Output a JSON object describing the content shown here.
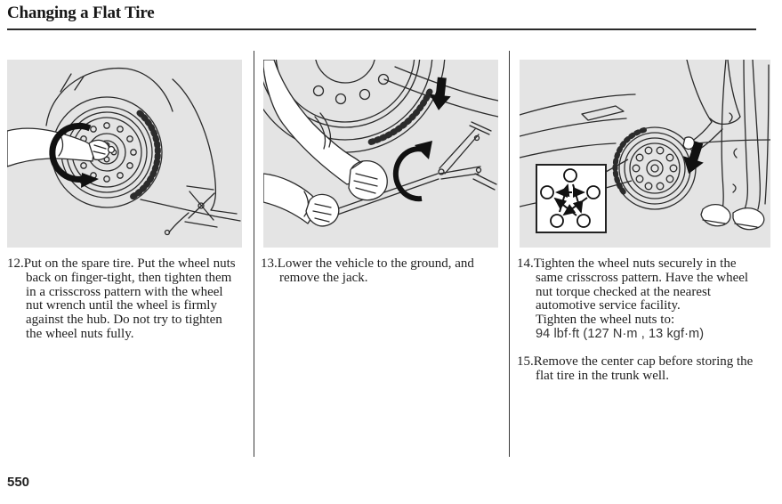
{
  "doc": {
    "title": "Changing a Flat Tire",
    "page_number": "550"
  },
  "colors": {
    "panel_bg": "#e4e4e4",
    "ink": "#1f1f1f",
    "line_art": "#2b2b2b",
    "arrow_fill": "#111111"
  },
  "icons": {
    "down_arrow": "down-arrow-icon",
    "rotate_arrow": "rotate-arrow-icon",
    "crisscross_pattern": "crisscross-pattern-diagram"
  },
  "panels": [
    {
      "illustration": "install-spare-tire-with-jack",
      "step": {
        "number": "12.",
        "text": "Put on the spare tire. Put the wheel nuts back on finger-tight, then tighten them in a crisscross pattern with the wheel nut wrench until the wheel is firmly against the hub. Do not try to tighten the wheel nuts fully."
      }
    },
    {
      "illustration": "lower-vehicle-turn-jack-handle",
      "step": {
        "number": "13.",
        "text": "Lower the vehicle to the ground, and remove the jack."
      }
    },
    {
      "illustration": "tighten-wheel-nuts-crisscross",
      "step": {
        "number": "14.",
        "text": "Tighten the wheel nuts securely in the same crisscross pattern. Have the wheel nut torque checked at the nearest automotive service facility."
      },
      "torque": {
        "label": "Tighten the wheel nuts to:",
        "value": "94 lbf·ft (127 N·m , 13 kgf·m)"
      },
      "step2": {
        "number": "15.",
        "text": "Remove the center cap before storing the flat tire in the trunk well."
      }
    }
  ]
}
